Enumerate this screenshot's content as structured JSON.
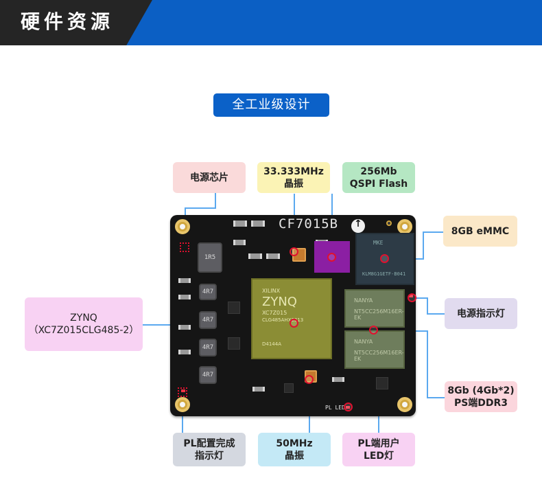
{
  "header": {
    "title": "硬件资源"
  },
  "subtitle": "全工业级设计",
  "board": {
    "model": "CF7015B",
    "fpga_brand": "XILINX",
    "fpga_family": "ZYNQ",
    "fpga_part": "XC7Z015",
    "fpga_line3": "CLG485AHX2313",
    "fpga_line4": "D4144A",
    "nand_brand": "NANYA",
    "nand_line2": "NT5CC256M16ER-EK",
    "emmc_line1": "MKE",
    "emmc_line2": "KLM8G1GETF-B041",
    "inductor_labels": [
      "1R5",
      "4R7",
      "4R7",
      "4R7",
      "4R7"
    ],
    "pl_led_silk": "PL LED"
  },
  "labels": {
    "power_chip": "电源芯片",
    "osc_33_line1": "33.333MHz",
    "osc_33_line2": "晶振",
    "qspi_line1": "256Mb",
    "qspi_line2": "QSPI Flash",
    "emmc": "8GB eMMC",
    "zynq_line1": "ZYNQ",
    "zynq_line2": "（XC7Z015CLG485-2）",
    "power_led": "电源指示灯",
    "ddr_line1": "8Gb (4Gb*2)",
    "ddr_line2": "PS端DDR3",
    "pl_done_line1": "PL配置完成",
    "pl_done_line2": "指示灯",
    "osc_50_line1": "50MHz",
    "osc_50_line2": "晶振",
    "pl_led_line1": "PL端用户",
    "pl_led_line2": "LED灯"
  }
}
